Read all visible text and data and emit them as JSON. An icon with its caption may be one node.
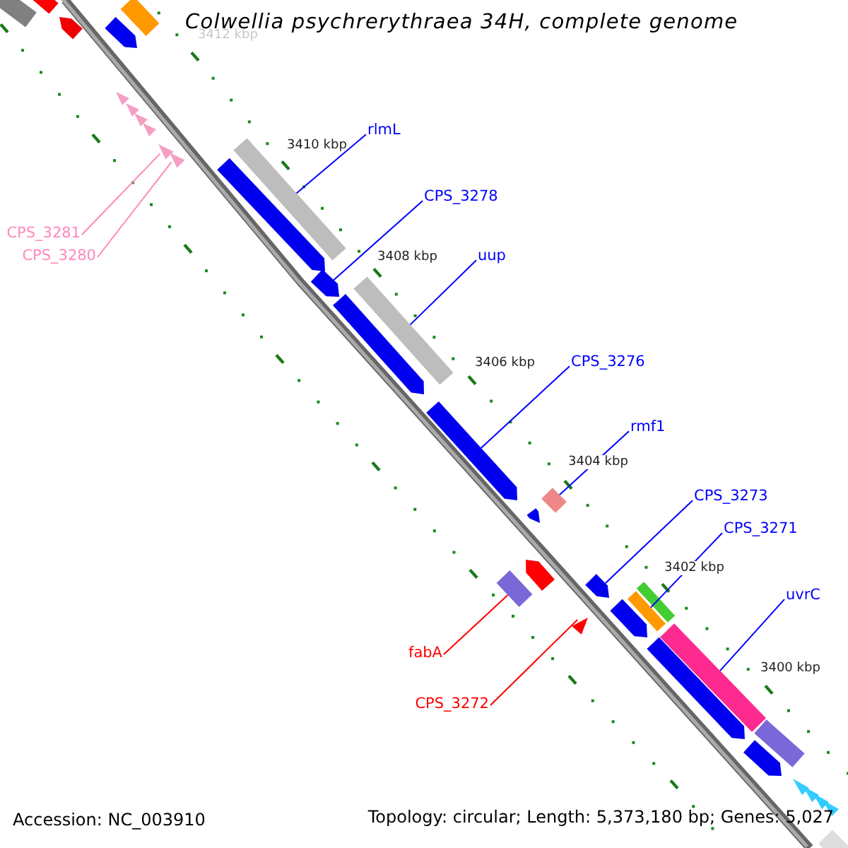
{
  "diagram": {
    "title": "Colwellia psychrerythraea 34H, complete genome",
    "nodes": [
      {
        "text": [
          "rlmL"
        ]
      },
      {
        "text": [
          "CPS_3278"
        ]
      },
      {
        "text": [
          "CPS_3281"
        ]
      },
      {
        "text": [
          "CPS_3280"
        ]
      },
      {
        "text": [
          "uup"
        ]
      },
      {
        "text": [
          "CPS_3276"
        ]
      },
      {
        "text": [
          "rmf1"
        ]
      },
      {
        "text": [
          "CPS_3273"
        ]
      },
      {
        "text": [
          "CPS_3271"
        ]
      },
      {
        "text": [
          "uvrC"
        ]
      },
      {
        "text": [
          "fabA"
        ]
      },
      {
        "text": [
          "CPS_3272"
        ]
      },
      {
        "text": [],
        "shape": "bar"
      },
      {
        "text": [],
        "shape": "arrow"
      },
      {
        "text": [],
        "shape": "triangle"
      },
      {
        "text": [],
        "shape": "triangle"
      },
      {
        "text": [],
        "shape": "bar"
      },
      {
        "text": [],
        "shape": "arrow"
      },
      {
        "text": [],
        "shape": "bar"
      },
      {
        "text": [],
        "shape": "arrow"
      },
      {
        "text": [],
        "shape": "bar"
      },
      {
        "text": [],
        "shape": "bar"
      },
      {
        "text": [],
        "shape": "bar"
      },
      {
        "text": [],
        "shape": "triangle"
      },
      {
        "text": [],
        "shape": "bar"
      },
      {
        "text": [],
        "shape": "bar"
      },
      {
        "text": [],
        "shape": "arrow"
      },
      {
        "text": [],
        "shape": "arrow"
      },
      {
        "text": [],
        "shape": "bar"
      },
      {
        "text": [],
        "shape": "triangle"
      },
      {
        "text": [],
        "shape": "triangle"
      },
      {
        "text": [],
        "shape": "triangle"
      },
      {
        "text": [],
        "shape": "triangle"
      },
      {
        "text": [],
        "shape": "arrow"
      },
      {
        "text": [],
        "shape": "arrow"
      },
      {
        "text": [],
        "shape": "arrow"
      },
      {
        "text": [],
        "shape": "arrow"
      },
      {
        "text": [],
        "shape": "bar"
      },
      {
        "text": [],
        "shape": "arrow"
      },
      {
        "text": [],
        "shape": "arrow"
      },
      {
        "text": [],
        "shape": "bar"
      },
      {
        "text": [],
        "shape": "arrow"
      },
      {
        "text": [],
        "shape": "triangle"
      },
      {
        "text": [],
        "shape": "triangle"
      },
      {
        "text": [],
        "shape": "triangle"
      },
      {
        "text": [],
        "shape": "triangle"
      },
      {
        "text": [],
        "shape": "bar"
      }
    ],
    "edges": [
      {
        "from": 0,
        "to": 12,
        "arrow": "none"
      },
      {
        "from": 1,
        "to": 13,
        "arrow": "none"
      },
      {
        "from": 2,
        "to": 14,
        "arrow": "none",
        "color": "#ff88bb"
      },
      {
        "from": 3,
        "to": 15,
        "arrow": "none",
        "color": "#ff88bb"
      },
      {
        "from": 4,
        "to": 16,
        "arrow": "none"
      },
      {
        "from": 5,
        "to": 17,
        "arrow": "none"
      },
      {
        "from": 6,
        "to": 18,
        "arrow": "none"
      },
      {
        "from": 7,
        "to": 19,
        "arrow": "none"
      },
      {
        "from": 8,
        "to": 20,
        "arrow": "none"
      },
      {
        "from": 9,
        "to": 21,
        "arrow": "none"
      },
      {
        "from": 10,
        "to": 22,
        "arrow": "none",
        "color": "#ff0000"
      },
      {
        "from": 11,
        "to": 23,
        "arrow": "none",
        "color": "#ff0000"
      }
    ],
    "labels": [
      "3412 kbp",
      "3410 kbp",
      "3408 kbp",
      "3406 kbp",
      "3404 kbp",
      "3402 kbp",
      "3400 kbp",
      "Accession: NC_003910",
      "Topology: circular; Length: 5,373,180 bp; Genes: 5,027"
    ]
  }
}
